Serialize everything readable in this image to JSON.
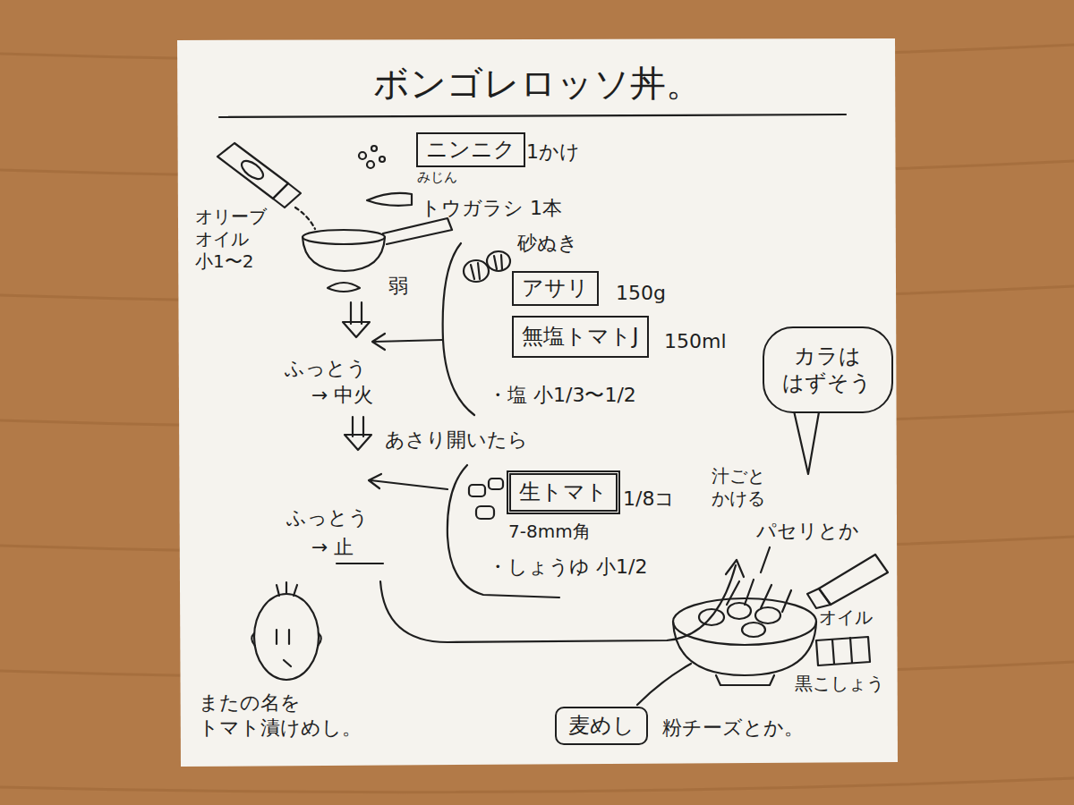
{
  "diagram": {
    "title": "ボンゴレロッソ丼。",
    "nodes": [
      {
        "text": [
          "ニンニク"
        ]
      },
      {
        "text": [
          "アサリ"
        ]
      },
      {
        "text": [
          "無塩トマトJ"
        ]
      },
      {
        "text": [
          "カラは はずそう"
        ]
      },
      {
        "text": [
          "生トマト"
        ]
      },
      {
        "text": [
          "麦めし"
        ]
      }
    ],
    "labels": [
      "1かけ",
      "みじん",
      "トウガラシ 1本",
      "オリーブ オイル 小1〜2",
      "弱",
      "砂ぬき",
      "150g",
      "150ml",
      "・塩 小1/3〜1/2",
      "ふっとう",
      "→ 中火",
      "あさり開いたら",
      "1/8コ",
      "7-8mm角",
      "・しょうゆ 小1/2",
      "ふっとう",
      "→ 止",
      "汁ごと かける",
      "パセリとか",
      "オイル",
      "黒こしょう",
      "粉チーズとか。",
      "またの名を トマト漬けめし。"
    ]
  }
}
